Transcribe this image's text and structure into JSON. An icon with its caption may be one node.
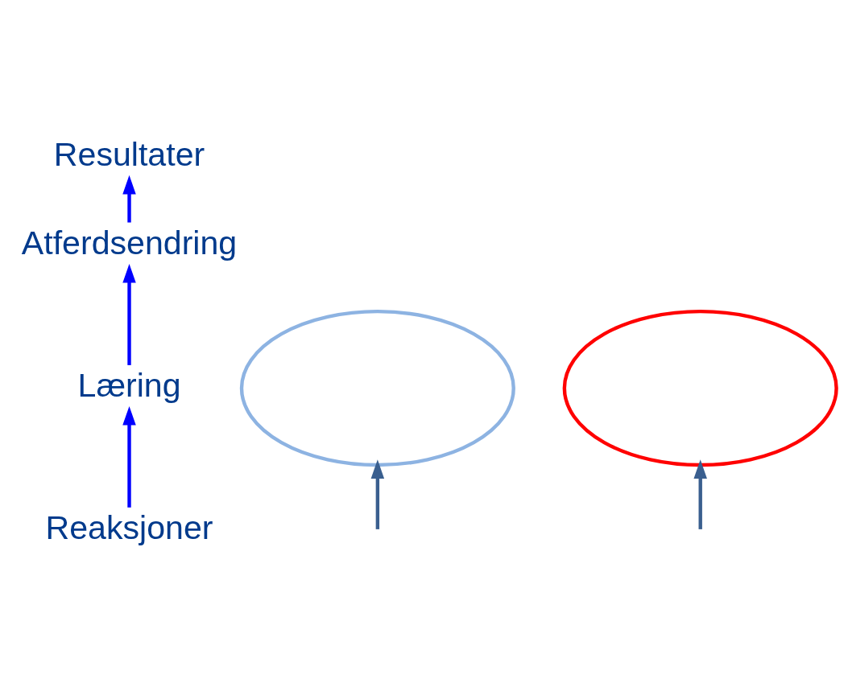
{
  "diagram": {
    "nodes": [
      {
        "text": [
          "Resultater"
        ]
      },
      {
        "text": [
          "Atferdsendring"
        ]
      },
      {
        "text": [
          "Læring"
        ]
      },
      {
        "text": [
          "Reaksjoner"
        ]
      },
      {
        "text": [],
        "shape": "ellipse"
      },
      {
        "text": [],
        "shape": "ellipse"
      }
    ],
    "edges": [
      {
        "from": 3,
        "to": 2,
        "arrow": "to",
        "color": "#0000ff"
      },
      {
        "from": 2,
        "to": 1,
        "arrow": "to",
        "color": "#0000ff"
      },
      {
        "from": 1,
        "to": 0,
        "arrow": "to",
        "color": "#0000ff"
      },
      {
        "from": null,
        "to": 4,
        "arrow": "to",
        "color": "#3a5f8f"
      },
      {
        "from": null,
        "to": 5,
        "arrow": "to",
        "color": "#3a5f8f"
      }
    ]
  }
}
